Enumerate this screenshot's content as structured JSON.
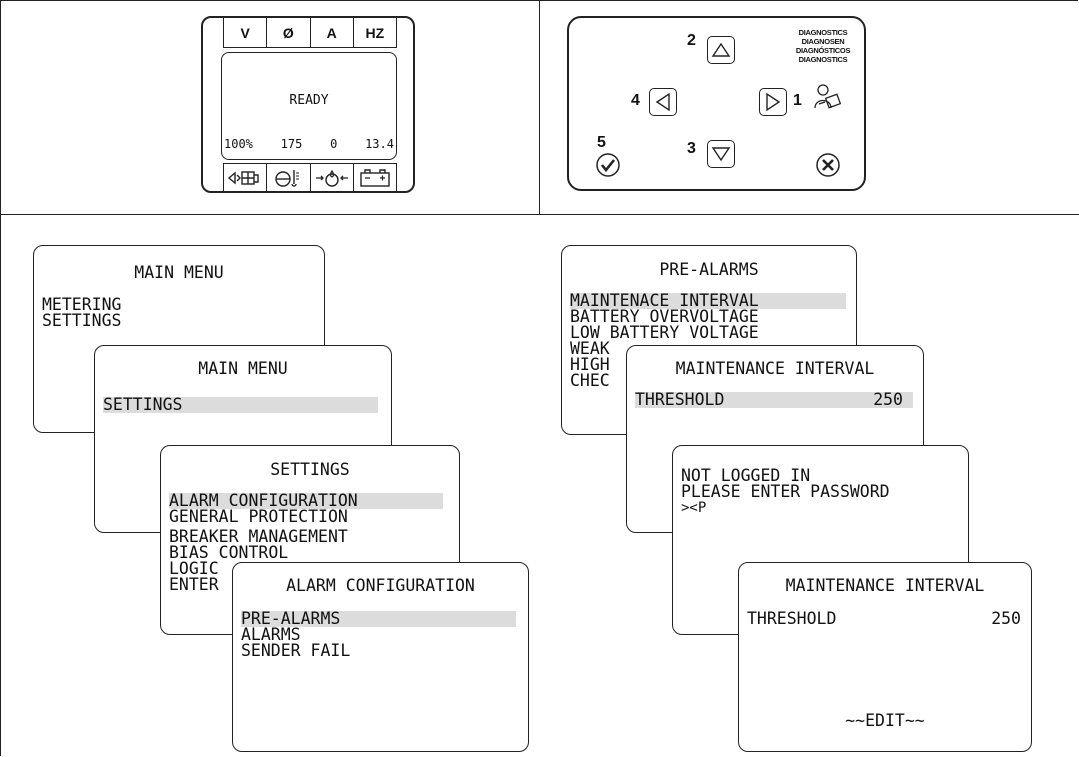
{
  "lcd_panel": {
    "headers": [
      "V",
      "Ø",
      "A",
      "HZ"
    ],
    "status": "READY",
    "values": [
      "100%",
      "175",
      "0",
      "13.4"
    ],
    "footer_icons": [
      "engine-icon",
      "temperature-icon",
      "oil-pressure-icon",
      "battery-icon"
    ]
  },
  "keypad": {
    "diagnostics_labels": [
      "DIAGNOSTICS",
      "DIAGNOSEN",
      "DIAGNÓSTICOS",
      "DIAGNOSTICS"
    ],
    "key_numbers": {
      "up": "2",
      "left": "4",
      "right": "1",
      "down": "3",
      "ok": "5"
    },
    "icons": [
      "up-arrow-icon",
      "left-arrow-icon",
      "right-arrow-icon",
      "down-arrow-icon",
      "check-icon",
      "cancel-icon",
      "diagnostics-icon"
    ]
  },
  "screens": {
    "main_menu_1": {
      "title": "MAIN MENU",
      "items": [
        "METERING",
        "SETTINGS"
      ]
    },
    "main_menu_2": {
      "title": "MAIN MENU",
      "items": [
        "SETTINGS"
      ]
    },
    "settings": {
      "title": "SETTINGS",
      "items": [
        "ALARM CONFIGURATION",
        "GENERAL PROTECTION",
        "BREAKER MANAGEMENT",
        "BIAS CONTROL",
        "LOGIC",
        "ENTER"
      ]
    },
    "alarm_configuration": {
      "title": "ALARM CONFIGURATION",
      "items": [
        "PRE-ALARMS",
        "ALARMS",
        "SENDER FAIL"
      ]
    },
    "pre_alarms": {
      "title": "PRE-ALARMS",
      "items": [
        "MAINTENACE INTERVAL",
        "BATTERY OVERVOLTAGE",
        "LOW BATTERY VOLTAGE",
        "WEAK",
        "HIGH",
        "CHEC"
      ]
    },
    "maintenance_interval_1": {
      "title": "MAINTENANCE INTERVAL",
      "label": "THRESHOLD",
      "value": "250"
    },
    "password": {
      "lines": [
        "NOT LOGGED IN",
        "PLEASE ENTER PASSWORD",
        "><P"
      ]
    },
    "maintenance_interval_2": {
      "title": "MAINTENANCE INTERVAL",
      "label": "THRESHOLD",
      "value": "250",
      "footer": "~~EDIT~~"
    }
  }
}
